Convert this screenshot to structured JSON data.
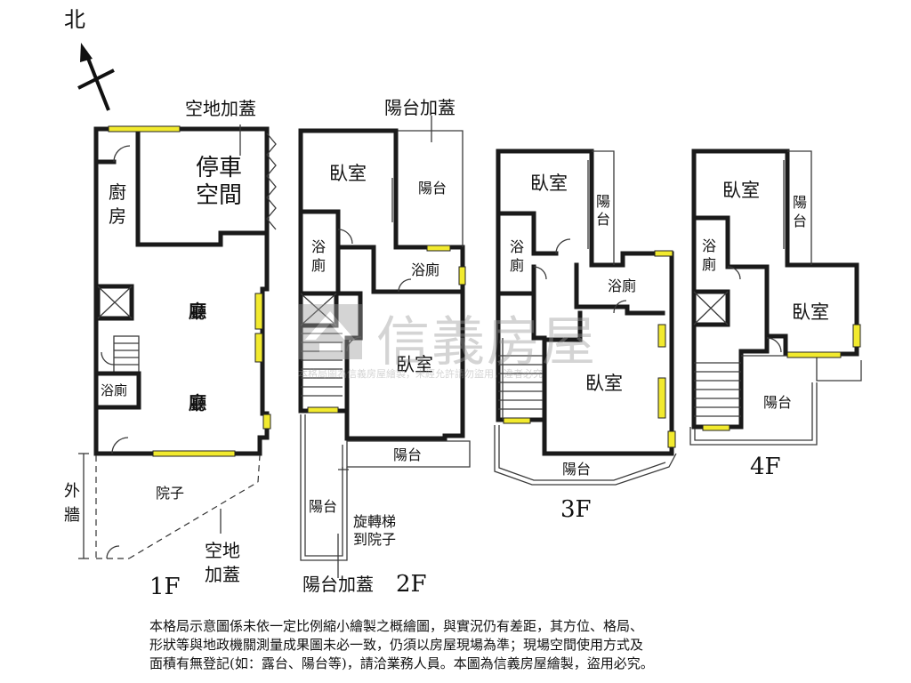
{
  "compass": {
    "north_label": "北"
  },
  "floors": {
    "f1": {
      "floor_label": "1F",
      "labels": {
        "extension_top": "空地加蓋",
        "parking_1": "停車",
        "parking_2": "空間",
        "kitchen_1": "廚",
        "kitchen_2": "房",
        "hall_1": "廳",
        "hall_2": "廳",
        "bathroom": "浴廁",
        "yard": "院子",
        "outer_wall_1": "外",
        "outer_wall_2": "牆",
        "extension_bottom_1": "空地",
        "extension_bottom_2": "加蓋"
      }
    },
    "f2": {
      "floor_label": "2F",
      "labels": {
        "balcony_ext_top": "陽台加蓋",
        "bedroom_1": "臥室",
        "balcony_1": "陽台",
        "bath_small_1": "浴",
        "bath_small_2": "廁",
        "bath_2": "浴廁",
        "bedroom_2": "臥室",
        "balcony_2": "陽台",
        "balcony_3": "陽台",
        "spiral_1": "旋轉梯",
        "spiral_2": "到院子",
        "balcony_ext_bottom": "陽台加蓋"
      }
    },
    "f3": {
      "floor_label": "3F",
      "labels": {
        "bedroom_1": "臥室",
        "balcony_1a": "陽",
        "balcony_1b": "台",
        "bath_1a": "浴",
        "bath_1b": "廁",
        "bath_2": "浴廁",
        "bedroom_2": "臥室",
        "balcony_2": "陽台"
      }
    },
    "f4": {
      "floor_label": "4F",
      "labels": {
        "bedroom_1": "臥室",
        "balcony_1a": "陽",
        "balcony_1b": "台",
        "bath_1a": "浴",
        "bath_1b": "廁",
        "bedroom_2": "臥室",
        "balcony_2": "陽台"
      }
    }
  },
  "watermark": {
    "brand": "信義房屋",
    "small_text": "本格局圖為信義房屋繪製，未經允許請勿盜用，違者必究"
  },
  "disclaimer": {
    "line1": "本格局示意圖係未依一定比例縮小繪製之概繪圖，與實況仍有差距，其方位、格局、",
    "line2": "形狀等與地政機關測量成果圖未必一致，仍須以房屋現場為準；現場空間使用方式及",
    "line3": "面積有無登記(如：露台、陽台等)，請洽業務人員。本圖為信義房屋繪製，盜用必究。"
  },
  "colors": {
    "wall": "#1a1a1a",
    "window": "#f2ea2e",
    "watermark": "#9a9a9a"
  }
}
